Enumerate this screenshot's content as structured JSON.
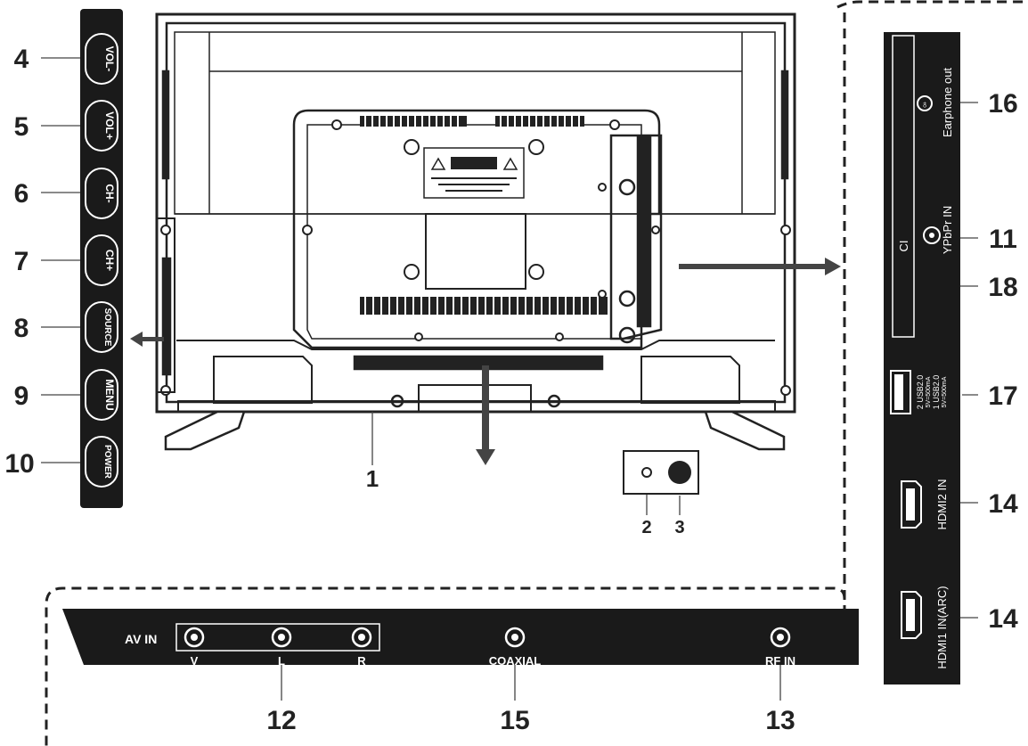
{
  "callouts": {
    "c1": "1",
    "c2": "2",
    "c3": "3",
    "c4": "4",
    "c5": "5",
    "c6": "6",
    "c7": "7",
    "c8": "8",
    "c9": "9",
    "c10": "10",
    "c11": "11",
    "c12": "12",
    "c13": "13",
    "c14a": "14",
    "c14b": "14",
    "c15": "15",
    "c16": "16",
    "c17": "17",
    "c18": "18"
  },
  "side_buttons": {
    "vol_minus": "VOL-",
    "vol_plus": "VOL+",
    "ch_minus": "CH-",
    "ch_plus": "CH+",
    "source": "SOURCE",
    "menu": "MENU",
    "power": "POWER"
  },
  "side_panel": {
    "earphone": "Earphone out",
    "ypbpr": "YPbPr IN",
    "ci": "CI",
    "usb2": "2 USB2.0",
    "usb2_spec": "5V=500mA",
    "usb1": "1 USB2.0",
    "usb1_spec": "5V=500mA",
    "hdmi2": "HDMI2 IN",
    "hdmi1": "HDMI1 IN(ARC)"
  },
  "bottom_panel": {
    "av_in": "AV IN",
    "v": "V",
    "l": "L",
    "r": "R",
    "coaxial": "COAXIAL",
    "rf_in": "RF IN"
  },
  "colors": {
    "panel": "#1a1a1a",
    "line": "#222222",
    "background": "#ffffff"
  }
}
